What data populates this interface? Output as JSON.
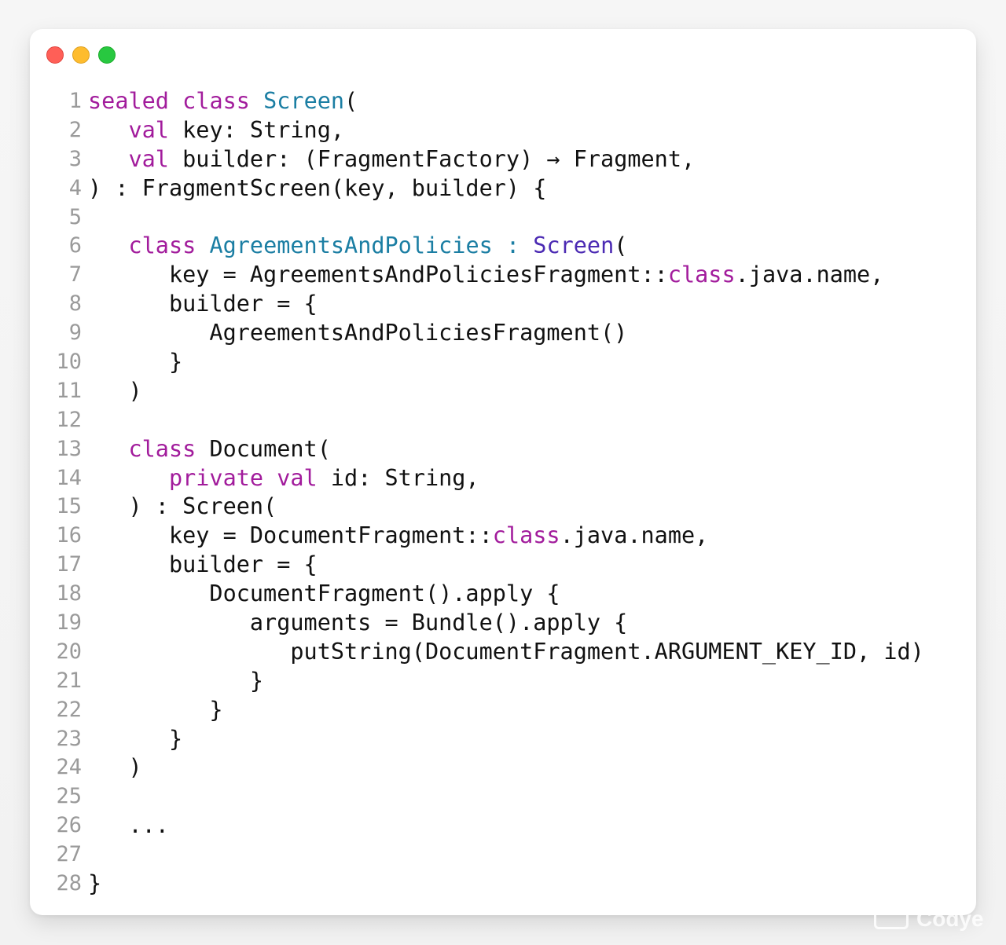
{
  "window": {
    "colors": {
      "close": "#ff5f57",
      "minimize": "#febc2e",
      "maximize": "#28c840",
      "keyword": "#a21c9c",
      "type": "#1b7ea3",
      "supertype": "#4b2ab3"
    }
  },
  "code": {
    "lines": [
      {
        "n": "1",
        "tokens": [
          [
            "kw",
            "sealed"
          ],
          [
            "p",
            " "
          ],
          [
            "kw",
            "class"
          ],
          [
            "p",
            " "
          ],
          [
            "ty",
            "Screen"
          ],
          [
            "p",
            "("
          ]
        ]
      },
      {
        "n": "2",
        "tokens": [
          [
            "p",
            "   "
          ],
          [
            "kw",
            "val"
          ],
          [
            "p",
            " key: String,"
          ]
        ]
      },
      {
        "n": "3",
        "tokens": [
          [
            "p",
            "   "
          ],
          [
            "kw",
            "val"
          ],
          [
            "p",
            " builder: (FragmentFactory) → Fragment,"
          ]
        ]
      },
      {
        "n": "4",
        "tokens": [
          [
            "p",
            ") : FragmentScreen(key, builder) {"
          ]
        ]
      },
      {
        "n": "5",
        "tokens": [
          [
            "p",
            ""
          ]
        ]
      },
      {
        "n": "6",
        "tokens": [
          [
            "p",
            "   "
          ],
          [
            "kw",
            "class"
          ],
          [
            "p",
            " "
          ],
          [
            "ty",
            "AgreementsAndPolicies"
          ],
          [
            "p",
            " "
          ],
          [
            "ty",
            ":"
          ],
          [
            "p",
            " "
          ],
          [
            "ty2",
            "Screen"
          ],
          [
            "p",
            "("
          ]
        ]
      },
      {
        "n": "7",
        "tokens": [
          [
            "p",
            "      key = AgreementsAndPoliciesFragment::"
          ],
          [
            "kw",
            "class"
          ],
          [
            "p",
            ".java.name,"
          ]
        ]
      },
      {
        "n": "8",
        "tokens": [
          [
            "p",
            "      builder = {"
          ]
        ]
      },
      {
        "n": "9",
        "tokens": [
          [
            "p",
            "         AgreementsAndPoliciesFragment()"
          ]
        ]
      },
      {
        "n": "10",
        "tokens": [
          [
            "p",
            "      }"
          ]
        ]
      },
      {
        "n": "11",
        "tokens": [
          [
            "p",
            "   )"
          ]
        ]
      },
      {
        "n": "12",
        "tokens": [
          [
            "p",
            ""
          ]
        ]
      },
      {
        "n": "13",
        "tokens": [
          [
            "p",
            "   "
          ],
          [
            "kw",
            "class"
          ],
          [
            "p",
            " Document("
          ]
        ]
      },
      {
        "n": "14",
        "tokens": [
          [
            "p",
            "      "
          ],
          [
            "kw",
            "private"
          ],
          [
            "p",
            " "
          ],
          [
            "kw",
            "val"
          ],
          [
            "p",
            " id: String,"
          ]
        ]
      },
      {
        "n": "15",
        "tokens": [
          [
            "p",
            "   ) : Screen("
          ]
        ]
      },
      {
        "n": "16",
        "tokens": [
          [
            "p",
            "      key = DocumentFragment::"
          ],
          [
            "kw",
            "class"
          ],
          [
            "p",
            ".java.name,"
          ]
        ]
      },
      {
        "n": "17",
        "tokens": [
          [
            "p",
            "      builder = {"
          ]
        ]
      },
      {
        "n": "18",
        "tokens": [
          [
            "p",
            "         DocumentFragment().apply {"
          ]
        ]
      },
      {
        "n": "19",
        "tokens": [
          [
            "p",
            "            arguments = Bundle().apply {"
          ]
        ]
      },
      {
        "n": "20",
        "tokens": [
          [
            "p",
            "               putString(DocumentFragment.ARGUMENT_KEY_ID, id)"
          ]
        ]
      },
      {
        "n": "21",
        "tokens": [
          [
            "p",
            "            }"
          ]
        ]
      },
      {
        "n": "22",
        "tokens": [
          [
            "p",
            "         }"
          ]
        ]
      },
      {
        "n": "23",
        "tokens": [
          [
            "p",
            "      }"
          ]
        ]
      },
      {
        "n": "24",
        "tokens": [
          [
            "p",
            "   )"
          ]
        ]
      },
      {
        "n": "25",
        "tokens": [
          [
            "p",
            ""
          ]
        ]
      },
      {
        "n": "26",
        "tokens": [
          [
            "p",
            "   ..."
          ]
        ]
      },
      {
        "n": "27",
        "tokens": [
          [
            "p",
            ""
          ]
        ]
      },
      {
        "n": "28",
        "tokens": [
          [
            "p",
            "}"
          ]
        ]
      }
    ]
  },
  "watermark": {
    "icon": "keyboard-icon",
    "text": "Codye"
  }
}
